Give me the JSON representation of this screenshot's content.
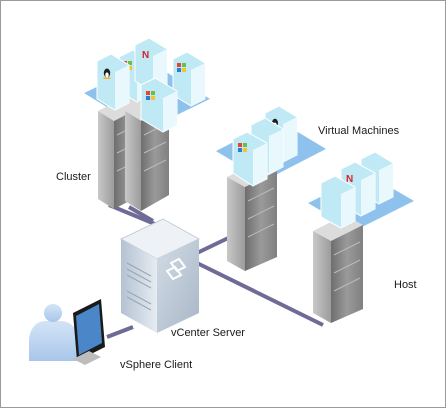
{
  "labels": {
    "cluster": "Cluster",
    "virtual_machines": "Virtual Machines",
    "host": "Host",
    "vcenter_server": "vCenter Server",
    "vsphere_client": "vSphere Client"
  },
  "vm_os_icons": [
    "linux-tux-icon",
    "windows-flag-icon",
    "netware-n-icon"
  ],
  "colors": {
    "network_link": "#6e6c96",
    "vm_platform": "#8ec2ec",
    "vm_box": "#bfe9f5",
    "server": "#8e8e8e",
    "person": "#b8d2f0"
  }
}
